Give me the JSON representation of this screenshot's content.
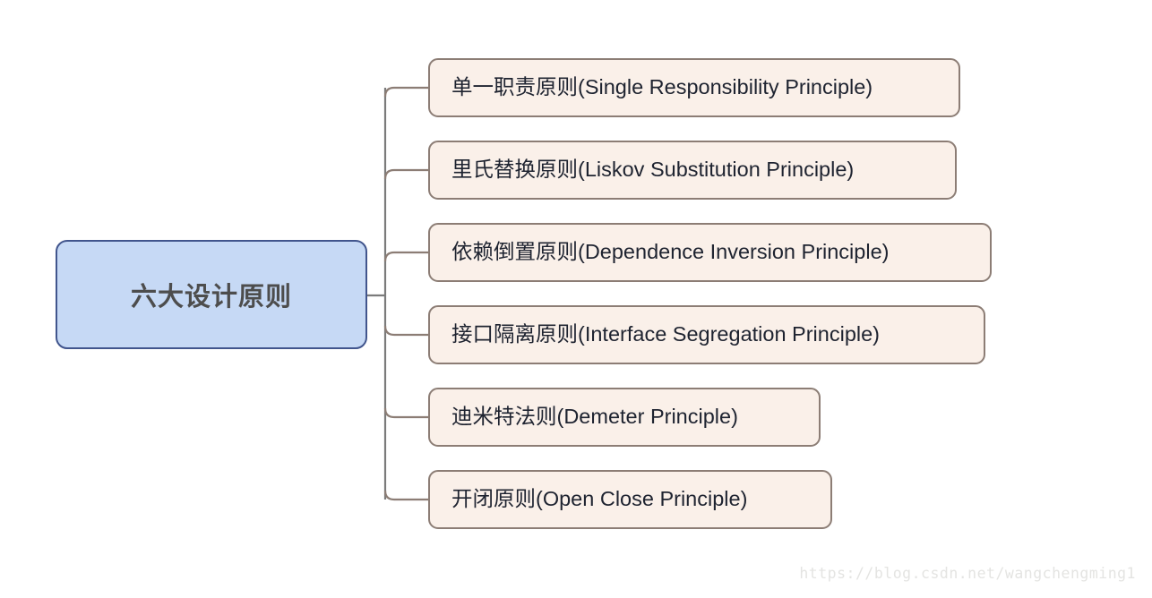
{
  "diagram": {
    "type": "mind-map",
    "background_color": "#ffffff",
    "root": {
      "label": "六大设计原则",
      "fill_color": "#c6d9f5",
      "border_color": "#41558d",
      "text_color": "#4d4d4d"
    },
    "branch_style": {
      "line_color": "#8c7d75",
      "trunk_color": "#7b7b7b",
      "corner_radius": 10
    },
    "children": [
      {
        "label": "单一职责原则(Single Responsibility Principle)",
        "fill_color": "#faf0e9",
        "border_color": "#8c7d75",
        "text_color": "#1e2330"
      },
      {
        "label": "里氏替换原则(Liskov Substitution Principle)",
        "fill_color": "#faf0e9",
        "border_color": "#8c7d75",
        "text_color": "#1e2330"
      },
      {
        "label": "依赖倒置原则(Dependence Inversion Principle)",
        "fill_color": "#faf0e9",
        "border_color": "#8c7d75",
        "text_color": "#1e2330"
      },
      {
        "label": "接口隔离原则(Interface Segregation Principle)",
        "fill_color": "#faf0e9",
        "border_color": "#8c7d75",
        "text_color": "#1e2330"
      },
      {
        "label": "迪米特法则(Demeter Principle)",
        "fill_color": "#faf0e9",
        "border_color": "#8c7d75",
        "text_color": "#1e2330"
      },
      {
        "label": "开闭原则(Open Close Principle)",
        "fill_color": "#faf0e9",
        "border_color": "#8c7d75",
        "text_color": "#1e2330"
      }
    ]
  },
  "watermark": {
    "text": "https://blog.csdn.net/wangchengming1",
    "color": "#e4e4e2"
  }
}
